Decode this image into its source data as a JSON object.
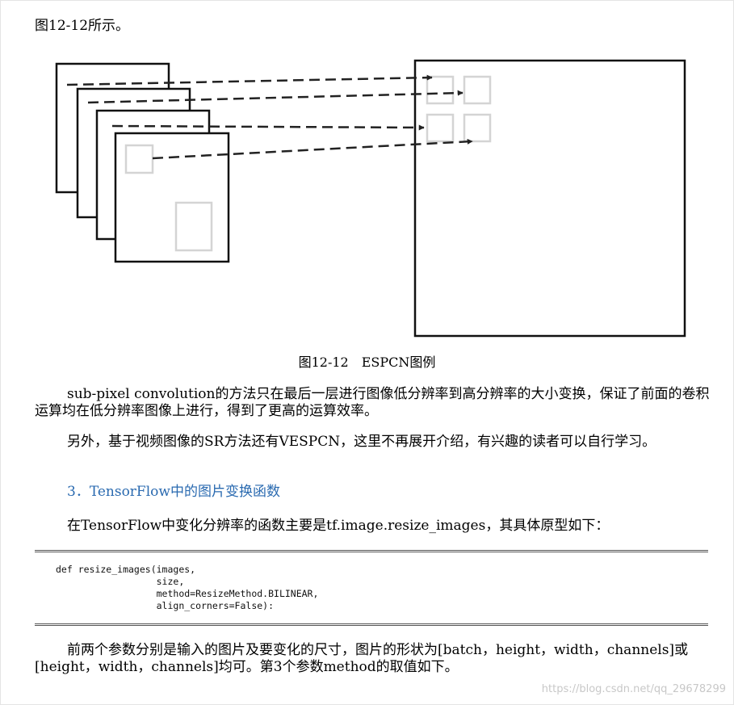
{
  "intro": "图12-12所示。",
  "figure": {
    "caption": "图12-12　ESPCN图例"
  },
  "paragraphs": {
    "p1": "sub-pixel convolution的方法只在最后一层进行图像低分辨率到高分辨率的大小变换，保证了前面的卷积运算均在低分辨率图像上进行，得到了更高的运算效率。",
    "p2": "另外，基于视频图像的SR方法还有VESPCN，这里不再展开介绍，有兴趣的读者可以自行学习。",
    "heading": "3．TensorFlow中的图片变换函数",
    "p3": "在TensorFlow中变化分辨率的函数主要是tf.image.resize_images，其具体原型如下：",
    "p4": "前两个参数分别是输入的图片及要变化的尺寸，图片的形状为[batch，height，width，channels]或[height，width，channels]均可。第3个参数method的取值如下。"
  },
  "code": "def resize_images(images,\n                  size,\n                  method=ResizeMethod.BILINEAR,\n                  align_corners=False):",
  "watermark": "https://blog.csdn.net/qq_29678299",
  "colors": {
    "heading": "#2a6ab0",
    "small_square": "#d4d4d4",
    "frame": "#111111"
  }
}
